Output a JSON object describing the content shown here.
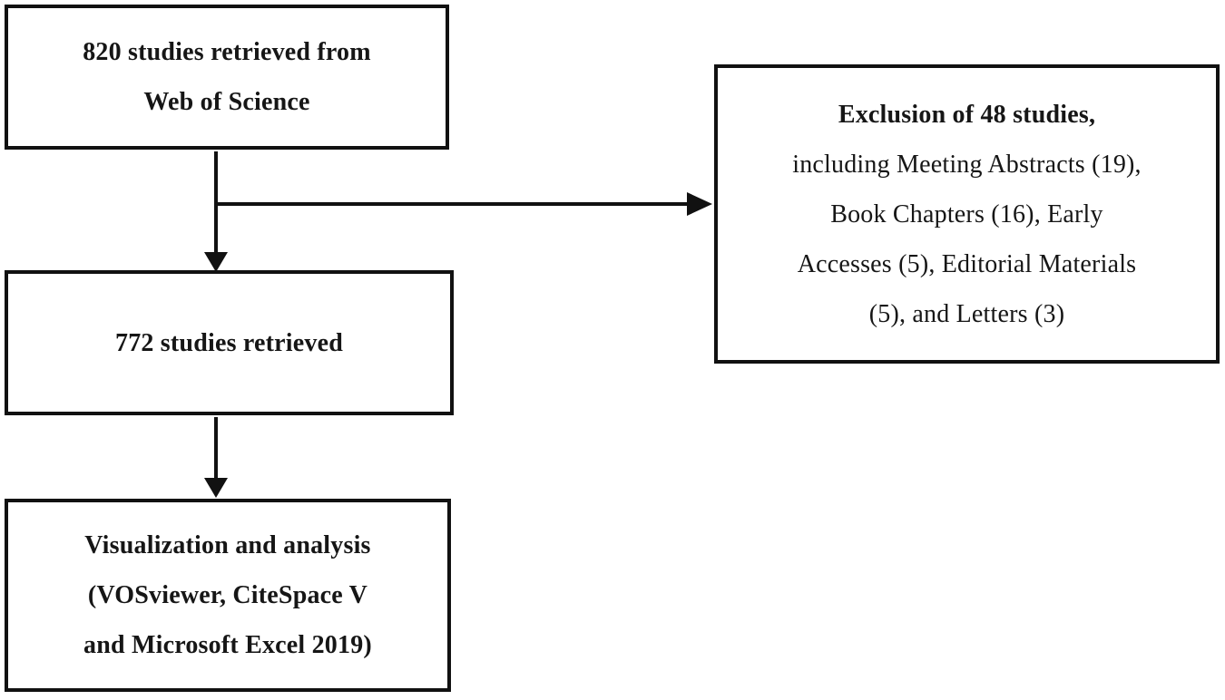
{
  "flowchart": {
    "boxes": {
      "retrieved": {
        "text": "820 studies retrieved from\nWeb of Science"
      },
      "exclusion": {
        "title": "Exclusion of 48 studies,",
        "body": "including Meeting Abstracts (19),\nBook Chapters (16), Early\nAccesses (5), Editorial Materials\n(5), and Letters (3)"
      },
      "screened": {
        "text": "772 studies retrieved"
      },
      "analysis": {
        "text": "Visualization and analysis\n(VOSviewer, CiteSpace V\nand Microsoft Excel 2019)"
      }
    },
    "counts": {
      "retrieved_web_of_science": 820,
      "excluded_total": 48,
      "excluded_meeting_abstracts": 19,
      "excluded_book_chapters": 16,
      "excluded_early_accesses": 5,
      "excluded_editorial_materials": 5,
      "excluded_letters": 3,
      "remaining_studies": 772
    },
    "tools": [
      "VOSviewer",
      "CiteSpace V",
      "Microsoft Excel 2019"
    ],
    "colors": {
      "border": "#111111",
      "text": "#161616",
      "background": "#ffffff"
    }
  }
}
